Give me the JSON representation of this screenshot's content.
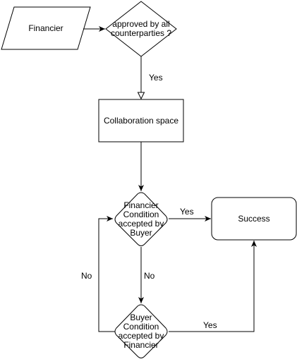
{
  "nodes": {
    "financier": "Financier",
    "approval": "approved by all\ncounterparties ?",
    "collab": "Collaboration space",
    "success": "Success",
    "financier_cond": "Financier\nCondition\naccepted by\nBuyer",
    "buyer_cond": "Buyer\nCondition\naccepted by\nFinancier"
  },
  "edges": {
    "approval_yes": "Yes",
    "fin_cond_yes": "Yes",
    "fin_cond_no": "No",
    "buyer_cond_no": "No",
    "buyer_cond_yes": "Yes"
  },
  "colors": {
    "stroke": "#000000",
    "fill": "#ffffff",
    "text": "#000000"
  }
}
